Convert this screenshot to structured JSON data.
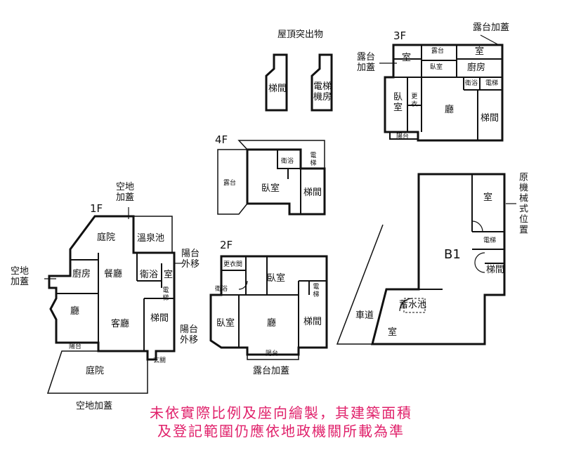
{
  "roof": {
    "title": "屋頂突出物",
    "stair": "梯間",
    "elevator_room": "電梯\n機房"
  },
  "f3": {
    "label": "3F",
    "terrace_cover_top": "露台加蓋",
    "terrace_cover_left": "露台\n加蓋",
    "room1": "室",
    "terrace": "露台",
    "room2": "室",
    "bedroom_small": "臥室",
    "kitchen": "廚房",
    "bath": "衛浴",
    "elevator": "電梯",
    "bedroom": "臥\n室",
    "closet": "更衣",
    "living": "廳",
    "stair": "梯間",
    "balcony": "陽台"
  },
  "f4": {
    "label": "4F",
    "bath": "衛浴",
    "elevator": "電梯",
    "terrace": "露台",
    "bedroom": "臥室",
    "stair": "梯間"
  },
  "f1": {
    "label": "1F",
    "open_cover_top": "空地\n加蓋",
    "open_cover_left": "空地\n加蓋",
    "open_cover_bottom": "空地加蓋",
    "balcony_move": "陽台\n外移",
    "courtyard_top": "庭院",
    "hot_spring": "溫泉池",
    "kitchen": "廚房",
    "dining": "餐廳",
    "bath": "衛浴",
    "room": "室",
    "elevator": "電梯",
    "hall": "廳",
    "living": "客廳",
    "stair": "梯間",
    "balcony": "陽台",
    "courtyard_bottom": "庭院",
    "entrance": "玄關"
  },
  "f2": {
    "label": "2F",
    "closet": "更衣間",
    "bath": "衛浴",
    "bedroom_big": "臥室",
    "elevator": "電梯",
    "bedroom": "臥室",
    "living": "廳",
    "stair": "梯間",
    "balcony": "陽台",
    "balcony_move": "陽台\n外移",
    "terrace_cover": "露台加蓋"
  },
  "b1": {
    "label": "B1",
    "original_machine": "原機械式位置",
    "room_top": "室",
    "elevator": "電梯",
    "stair": "梯間",
    "cistern": "蓄水池",
    "room_bottom": "室",
    "driveway": "車道"
  },
  "notice": {
    "line1": "未依實際比例及座向繪製，其建築面積",
    "line2": "及登記範圍仍應依地政機關所載為準"
  }
}
